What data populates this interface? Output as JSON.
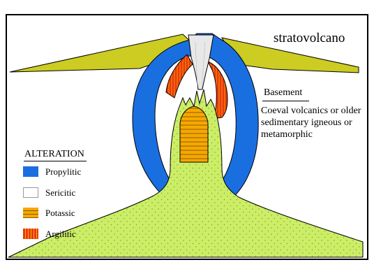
{
  "title": "stratovolcano",
  "basement": {
    "label": "Basement",
    "description": "Coeval volcanics or older sedimentary igneous or metamorphic"
  },
  "legend": {
    "title": "ALTERATION",
    "items": [
      {
        "label": "Propylitic",
        "color": "#1a6fe0"
      },
      {
        "label": "Sericitic",
        "color": "#ffffff"
      },
      {
        "label": "Potassic",
        "color": "#f5a800"
      },
      {
        "label": "Argilitic",
        "color": "#e8380e"
      }
    ]
  },
  "colors": {
    "stratovolcano": "#cccc22",
    "porphyry": "#ccee66",
    "propylitic": "#1a6fe0",
    "sericitic": "#ffffff",
    "potassic": "#f5a800",
    "argilitic": "#e8380e",
    "vent": "#e8e8e8"
  }
}
